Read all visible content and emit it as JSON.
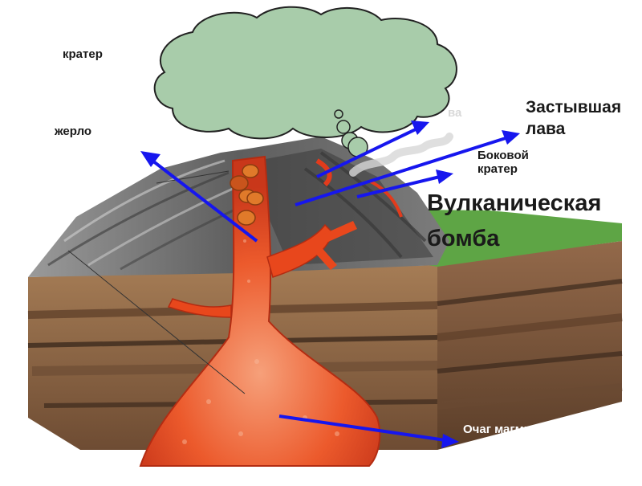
{
  "labels": {
    "crater": "кратер",
    "vent": "жерло",
    "lava_partial": "ва",
    "solidified_lava_line1": "Застывшая",
    "solidified_lava_line2": "лава",
    "side_crater_line1": "Боковой",
    "side_crater_line2": "кратер",
    "volcanic_bomb_line1": "Вулканическая",
    "volcanic_bomb_line2": "бомба",
    "magma_chamber": "Очаг магмы"
  },
  "colors": {
    "cloud": "#a8ccaa",
    "arrow": "#1616ee",
    "lava": "#e8471c",
    "ground": "#8a6547",
    "grass": "#5ea545",
    "rock": "#707070"
  },
  "icons": {
    "cloud": "ash-cloud-icon",
    "bomb": "volcanic-bomb-icon"
  }
}
